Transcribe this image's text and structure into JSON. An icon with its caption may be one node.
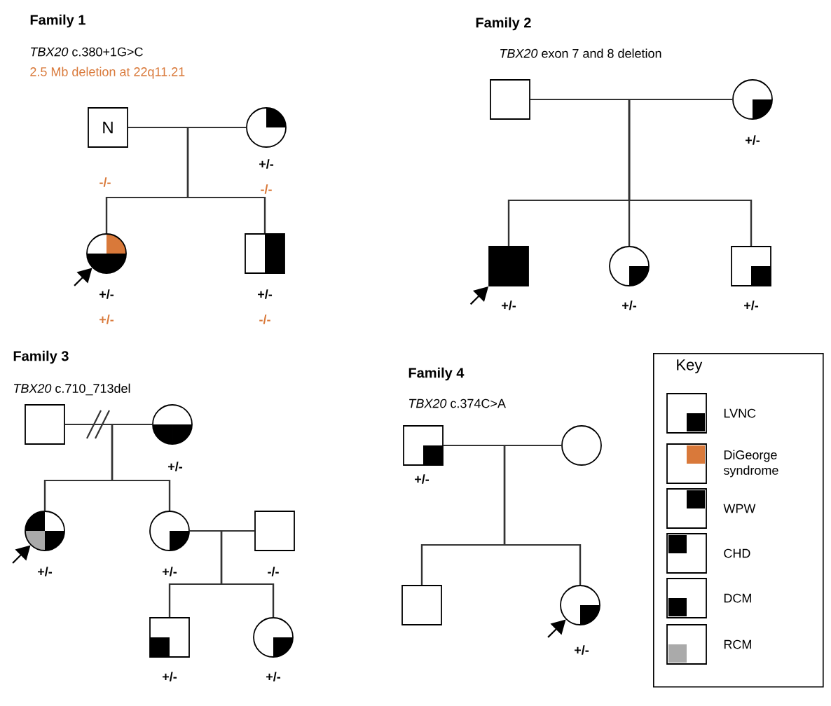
{
  "diagram": {
    "nodes": [
      {
        "text": [
          "N"
        ],
        "beside": [
          "-/-"
        ]
      },
      {
        "text": [],
        "shape": "circle",
        "beside": [
          "+/-",
          "-/-"
        ]
      },
      {
        "text": [],
        "shape": "circle",
        "beside": [
          "+/-",
          "+/-"
        ]
      },
      {
        "text": [],
        "shape": "box",
        "beside": [
          "+/-",
          "-/-"
        ]
      },
      {
        "text": [],
        "shape": "box"
      },
      {
        "text": [],
        "shape": "circle",
        "beside": [
          "+/-"
        ]
      },
      {
        "text": [],
        "shape": "box",
        "beside": [
          "+/-"
        ]
      },
      {
        "text": [],
        "shape": "circle",
        "beside": [
          "+/-"
        ]
      },
      {
        "text": [],
        "shape": "box",
        "beside": [
          "+/-"
        ]
      },
      {
        "text": [],
        "shape": "box"
      },
      {
        "text": [],
        "shape": "circle",
        "beside": [
          "+/-"
        ]
      },
      {
        "text": [],
        "shape": "circle",
        "beside": [
          "+/-"
        ]
      },
      {
        "text": [],
        "shape": "circle",
        "beside": [
          "+/-"
        ]
      },
      {
        "text": [],
        "shape": "box",
        "beside": [
          "-/-"
        ]
      },
      {
        "text": [],
        "shape": "box",
        "beside": [
          "+/-"
        ]
      },
      {
        "text": [],
        "shape": "circle",
        "beside": [
          "+/-"
        ]
      },
      {
        "text": [],
        "shape": "box",
        "beside": [
          "+/-"
        ]
      },
      {
        "text": [],
        "shape": "circle"
      },
      {
        "text": [],
        "shape": "box"
      },
      {
        "text": [],
        "shape": "circle",
        "beside": [
          "+/-"
        ]
      },
      {
        "text": [
          "Key"
        ]
      }
    ],
    "edges": [
      {
        "from": 0,
        "to": 1,
        "arrow": "none"
      },
      {
        "from": 0,
        "to": 2,
        "arrow": "none"
      },
      {
        "from": 0,
        "to": 3,
        "arrow": "none"
      },
      {
        "from": 1,
        "to": 2,
        "arrow": "none"
      },
      {
        "from": 1,
        "to": 3,
        "arrow": "none"
      },
      {
        "from": null,
        "to": 2,
        "arrow": "to"
      },
      {
        "from": 4,
        "to": 5,
        "arrow": "none"
      },
      {
        "from": 4,
        "to": 6,
        "arrow": "none"
      },
      {
        "from": 4,
        "to": 7,
        "arrow": "none"
      },
      {
        "from": 4,
        "to": 8,
        "arrow": "none"
      },
      {
        "from": 5,
        "to": 6,
        "arrow": "none"
      },
      {
        "from": 5,
        "to": 7,
        "arrow": "none"
      },
      {
        "from": 5,
        "to": 8,
        "arrow": "none"
      },
      {
        "from": null,
        "to": 6,
        "arrow": "to"
      },
      {
        "from": 9,
        "to": 10,
        "arrow": "none"
      },
      {
        "from": 9,
        "to": 11,
        "arrow": "none"
      },
      {
        "from": 9,
        "to": 12,
        "arrow": "none"
      },
      {
        "from": 10,
        "to": 11,
        "arrow": "none"
      },
      {
        "from": 10,
        "to": 12,
        "arrow": "none"
      },
      {
        "from": null,
        "to": 11,
        "arrow": "to"
      },
      {
        "from": 12,
        "to": 13,
        "arrow": "none"
      },
      {
        "from": 12,
        "to": 14,
        "arrow": "none"
      },
      {
        "from": 12,
        "to": 15,
        "arrow": "none"
      },
      {
        "from": 13,
        "to": 14,
        "arrow": "none"
      },
      {
        "from": 13,
        "to": 15,
        "arrow": "none"
      },
      {
        "from": 16,
        "to": 17,
        "arrow": "none"
      },
      {
        "from": 16,
        "to": 18,
        "arrow": "none"
      },
      {
        "from": 16,
        "to": 19,
        "arrow": "none"
      },
      {
        "from": 17,
        "to": 18,
        "arrow": "none"
      },
      {
        "from": 17,
        "to": 19,
        "arrow": "none"
      },
      {
        "from": null,
        "to": 19,
        "arrow": "to"
      }
    ],
    "labels": [
      "Family 1",
      "*TBX20* c.380+1G>C",
      "2.5 Mb deletion at 22q11.21",
      "Family 2",
      "*TBX20* exon 7 and 8 deletion",
      "Family 3",
      "*TBX20* c.710_713del",
      "Family 4",
      "*TBX20* c.374C>A"
    ],
    "legend": [
      {
        "text": "LVNC"
      },
      {
        "text": "DiGeorge syndrome"
      },
      {
        "text": "WPW"
      },
      {
        "text": "CHD"
      },
      {
        "text": "DCM"
      },
      {
        "text": "RCM"
      }
    ]
  }
}
